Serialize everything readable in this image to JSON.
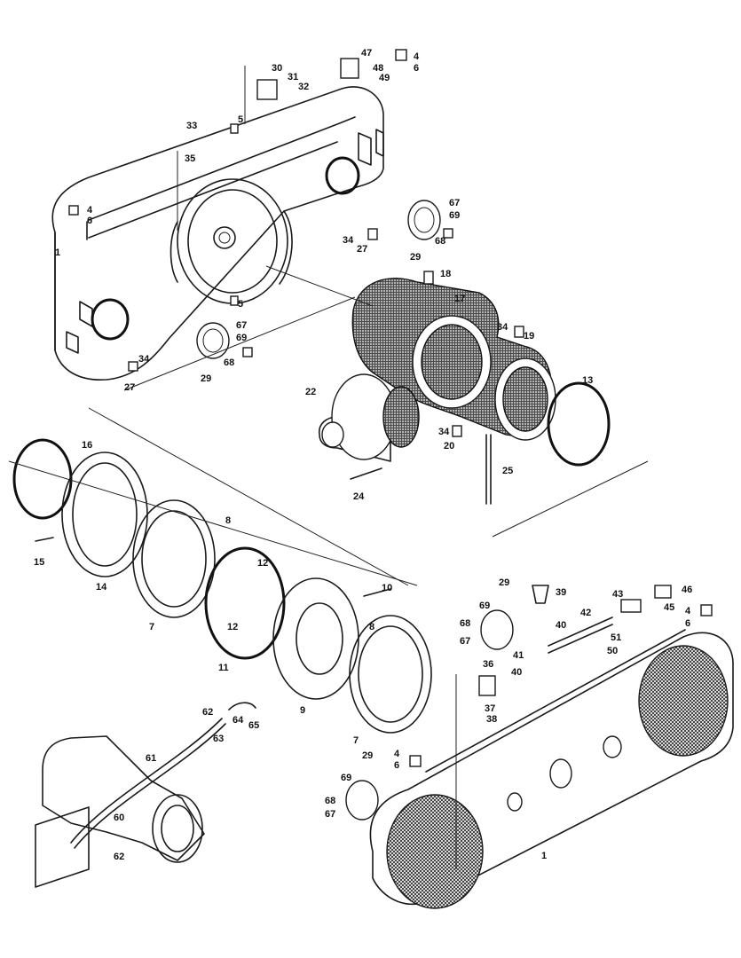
{
  "callouts": [
    {
      "id": "c47",
      "text": "47"
    },
    {
      "id": "c4a",
      "text": "4"
    },
    {
      "id": "c6a",
      "text": "6"
    },
    {
      "id": "c48",
      "text": "48"
    },
    {
      "id": "c49",
      "text": "49"
    },
    {
      "id": "c30",
      "text": "30"
    },
    {
      "id": "c31",
      "text": "31"
    },
    {
      "id": "c32",
      "text": "32"
    },
    {
      "id": "c33",
      "text": "33"
    },
    {
      "id": "c35",
      "text": "35"
    },
    {
      "id": "c5a",
      "text": "5"
    },
    {
      "id": "c4b",
      "text": "4"
    },
    {
      "id": "c6b",
      "text": "6"
    },
    {
      "id": "c1a",
      "text": "1"
    },
    {
      "id": "c5b",
      "text": "5"
    },
    {
      "id": "c34a",
      "text": "34"
    },
    {
      "id": "c27a",
      "text": "27"
    },
    {
      "id": "c67a",
      "text": "67"
    },
    {
      "id": "c69a",
      "text": "69"
    },
    {
      "id": "c68a",
      "text": "68"
    },
    {
      "id": "c29a",
      "text": "29"
    },
    {
      "id": "c18",
      "text": "18"
    },
    {
      "id": "c17",
      "text": "17"
    },
    {
      "id": "c34b",
      "text": "34"
    },
    {
      "id": "c19",
      "text": "19"
    },
    {
      "id": "c67b",
      "text": "67"
    },
    {
      "id": "c69b",
      "text": "69"
    },
    {
      "id": "c68b",
      "text": "68"
    },
    {
      "id": "c29b",
      "text": "29"
    },
    {
      "id": "c34c",
      "text": "34"
    },
    {
      "id": "c27b",
      "text": "27"
    },
    {
      "id": "c13",
      "text": "13"
    },
    {
      "id": "c22",
      "text": "22"
    },
    {
      "id": "c34d",
      "text": "34"
    },
    {
      "id": "c20",
      "text": "20"
    },
    {
      "id": "c25",
      "text": "25"
    },
    {
      "id": "c24",
      "text": "24"
    },
    {
      "id": "c16",
      "text": "16"
    },
    {
      "id": "c8a",
      "text": "8"
    },
    {
      "id": "c12a",
      "text": "12"
    },
    {
      "id": "c15",
      "text": "15"
    },
    {
      "id": "c14",
      "text": "14"
    },
    {
      "id": "c7a",
      "text": "7"
    },
    {
      "id": "c10",
      "text": "10"
    },
    {
      "id": "c8b",
      "text": "8"
    },
    {
      "id": "c12b",
      "text": "12"
    },
    {
      "id": "c11",
      "text": "11"
    },
    {
      "id": "c9",
      "text": "9"
    },
    {
      "id": "c7b",
      "text": "7"
    },
    {
      "id": "c29c",
      "text": "29"
    },
    {
      "id": "c39",
      "text": "39"
    },
    {
      "id": "c43",
      "text": "43"
    },
    {
      "id": "c46",
      "text": "46"
    },
    {
      "id": "c69c",
      "text": "69"
    },
    {
      "id": "c68c",
      "text": "68"
    },
    {
      "id": "c67c",
      "text": "67"
    },
    {
      "id": "c40a",
      "text": "40"
    },
    {
      "id": "c42",
      "text": "42"
    },
    {
      "id": "c45",
      "text": "45"
    },
    {
      "id": "c4c",
      "text": "4"
    },
    {
      "id": "c6c",
      "text": "6"
    },
    {
      "id": "c51",
      "text": "51"
    },
    {
      "id": "c50",
      "text": "50"
    },
    {
      "id": "c41",
      "text": "41"
    },
    {
      "id": "c40b",
      "text": "40"
    },
    {
      "id": "c36",
      "text": "36"
    },
    {
      "id": "c37",
      "text": "37"
    },
    {
      "id": "c38",
      "text": "38"
    },
    {
      "id": "c62a",
      "text": "62"
    },
    {
      "id": "c64",
      "text": "64"
    },
    {
      "id": "c65",
      "text": "65"
    },
    {
      "id": "c63",
      "text": "63"
    },
    {
      "id": "c61",
      "text": "61"
    },
    {
      "id": "c60",
      "text": "60"
    },
    {
      "id": "c62b",
      "text": "62"
    },
    {
      "id": "c29d",
      "text": "29"
    },
    {
      "id": "c4d",
      "text": "4"
    },
    {
      "id": "c6d",
      "text": "6"
    },
    {
      "id": "c69d",
      "text": "69"
    },
    {
      "id": "c68d",
      "text": "68"
    },
    {
      "id": "c67d",
      "text": "67"
    },
    {
      "id": "c1b",
      "text": "1"
    }
  ]
}
